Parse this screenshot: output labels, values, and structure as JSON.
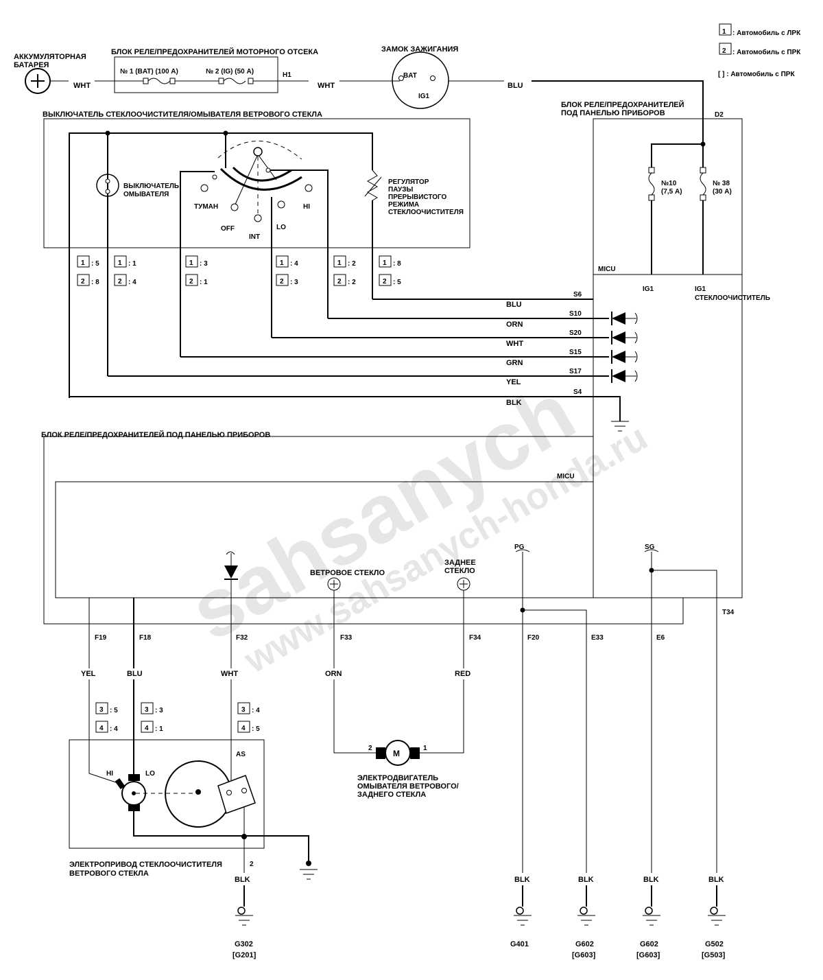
{
  "legend": {
    "lrk_label": ": Автомобиль с ЛРК",
    "prk_label": ": Автомобиль с ПРК",
    "bracket_label": "[ ] : Автомобиль с ПРК"
  },
  "top": {
    "battery_label_1": "АККУМУЛЯТОРНАЯ",
    "battery_label_2": "БАТАРЕЯ",
    "engine_box_label": "БЛОК РЕЛЕ/ПРЕДОХРАНИТЕЛЕЙ МОТОРНОГО ОТСЕКА",
    "fuse1_label": "№ 1 (BAT) (100 А)",
    "fuse2_label": "№ 2 (IG) (50 А)",
    "h1": "H1",
    "wht1": "WHT",
    "wht2": "WHT",
    "ignition_label": "ЗАМОК ЗАЖИГАНИЯ",
    "bat": "BAT",
    "ig1": "IG1",
    "blu": "BLU"
  },
  "switch_box": {
    "title": "ВЫКЛЮЧАТЕЛЬ СТЕКЛООЧИСТИТЕЛЯ/ОМЫВАТЕЛЯ ВЕТРОВОГО СТЕКЛА",
    "washer_1": "ВЫКЛЮЧАТЕЛЬ",
    "washer_2": "ОМЫВАТЕЛЯ",
    "mist": "ТУМАН",
    "off": "OFF",
    "int": "INT",
    "lo": "LO",
    "hi": "HI",
    "reg_1": "РЕГУЛЯТОР",
    "reg_2": "ПАУЗЫ",
    "reg_3": "ПРЕРЫВИСТОГО",
    "reg_4": "РЕЖИМА",
    "reg_5": "СТЕКЛООЧИСТИТЕЛЯ"
  },
  "switch_pins": [
    {
      "a": ": 5",
      "b": ": 8"
    },
    {
      "a": ": 1",
      "b": ": 4"
    },
    {
      "a": ": 3",
      "b": ": 1"
    },
    {
      "a": ": 4",
      "b": ": 3"
    },
    {
      "a": ": 2",
      "b": ": 2"
    },
    {
      "a": ": 8",
      "b": ": 5"
    }
  ],
  "dash_box": {
    "title_1": "БЛОК РЕЛЕ/ПРЕДОХРАНИТЕЛЕЙ",
    "title_2": "ПОД ПАНЕЛЬЮ ПРИБОРОВ",
    "d2": "D2",
    "fuse10_1": "№10",
    "fuse10_2": "(7,5 А)",
    "fuse38_1": "№ 38",
    "fuse38_2": "(30 А)",
    "micu": "MICU",
    "ig1": "IG1",
    "ig1_wiper_1": "IG1",
    "ig1_wiper_2": "СТЕКЛООЧИСТИТЕЛЬ"
  },
  "wires": [
    {
      "color": "BLU",
      "term": "S6"
    },
    {
      "color": "ORN",
      "term": "S10"
    },
    {
      "color": "WHT",
      "term": "S20"
    },
    {
      "color": "GRN",
      "term": "S15"
    },
    {
      "color": "YEL",
      "term": "S17"
    },
    {
      "color": "BLK",
      "term": "S4"
    }
  ],
  "lower": {
    "box_title": "БЛОК РЕЛЕ/ПРЕДОХРАНИТЕЛЕЙ ПОД ПАНЕЛЬЮ ПРИБОРОВ",
    "micu": "MICU",
    "pg": "PG",
    "sg": "SG",
    "windshield": "ВЕТРОВОЕ СТЕКЛО",
    "rear_1": "ЗАДНЕЕ",
    "rear_2": "СТЕКЛО",
    "t34": "T34"
  },
  "terminals": [
    {
      "term": "F19",
      "color": "YEL"
    },
    {
      "term": "F18",
      "color": "BLU"
    },
    {
      "term": "F32",
      "color": "WHT"
    },
    {
      "term": "F33",
      "color": "ORN"
    },
    {
      "term": "F34",
      "color": "RED"
    },
    {
      "term": "F20"
    },
    {
      "term": "E33"
    },
    {
      "term": "E6"
    }
  ],
  "motor_pins": [
    {
      "a": ": 5",
      "b": ": 4"
    },
    {
      "a": ": 3",
      "b": ": 1"
    },
    {
      "a": ": 4",
      "b": ": 5"
    }
  ],
  "motor": {
    "as": "AS",
    "hi": "HI",
    "lo": "LO",
    "pin2": "2",
    "label_1": "ЭЛЕКТРОПРИВОД СТЕКЛООЧИСТИТЕЛЯ",
    "label_2": "ВЕТРОВОГО СТЕКЛА"
  },
  "washer_motor": {
    "m": "M",
    "pin2": "2",
    "pin1": "1",
    "label_1": "ЭЛЕКТРОДВИГАТЕЛЬ",
    "label_2": "ОМЫВАТЕЛЯ ВЕТРОВОГО/",
    "label_3": "ЗАДНЕГО СТЕКЛА"
  },
  "grounds": [
    {
      "color": "BLK",
      "name": "G302",
      "alt": "[G201]"
    },
    {
      "color": "BLK",
      "name": "G401",
      "alt": ""
    },
    {
      "color": "BLK",
      "name": "G602",
      "alt": "[G603]"
    },
    {
      "color": "BLK",
      "name": "G602",
      "alt": "[G603]"
    },
    {
      "color": "BLK",
      "name": "G502",
      "alt": "[G503]"
    }
  ],
  "watermark": {
    "main": "sahsanych",
    "url": "www.sahsanych-honda.ru"
  }
}
